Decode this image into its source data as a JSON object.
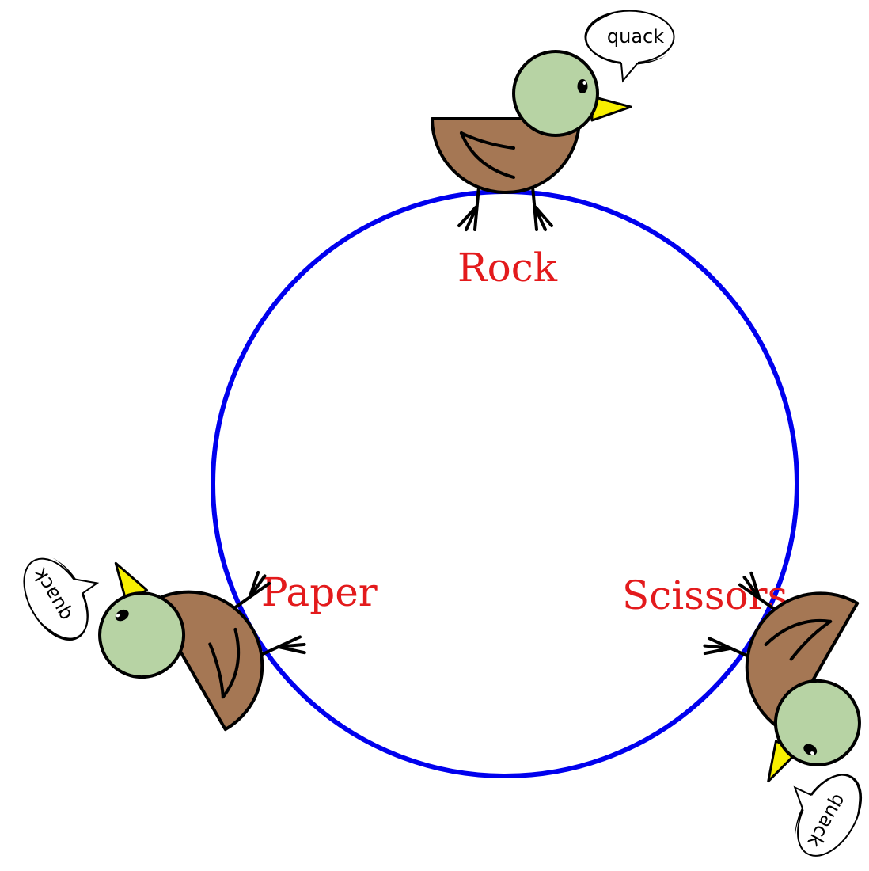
{
  "diagram": {
    "title": "Rock Paper Scissors duck cycle",
    "ring": {
      "color": "#0000ee"
    },
    "colors": {
      "label": "#e31a1c",
      "duck_body": "#a57754",
      "duck_head": "#b7d3a4",
      "duck_beak": "#f7ef00",
      "outline": "#000000",
      "bubble_fill": "#ffffff"
    },
    "nodes": [
      {
        "id": "rock",
        "label": "Rock",
        "speech": "quack",
        "position": "top"
      },
      {
        "id": "paper",
        "label": "Paper",
        "speech": "quack",
        "position": "bottom-left"
      },
      {
        "id": "scissors",
        "label": "Scissors",
        "speech": "quack",
        "position": "bottom-right"
      }
    ]
  }
}
